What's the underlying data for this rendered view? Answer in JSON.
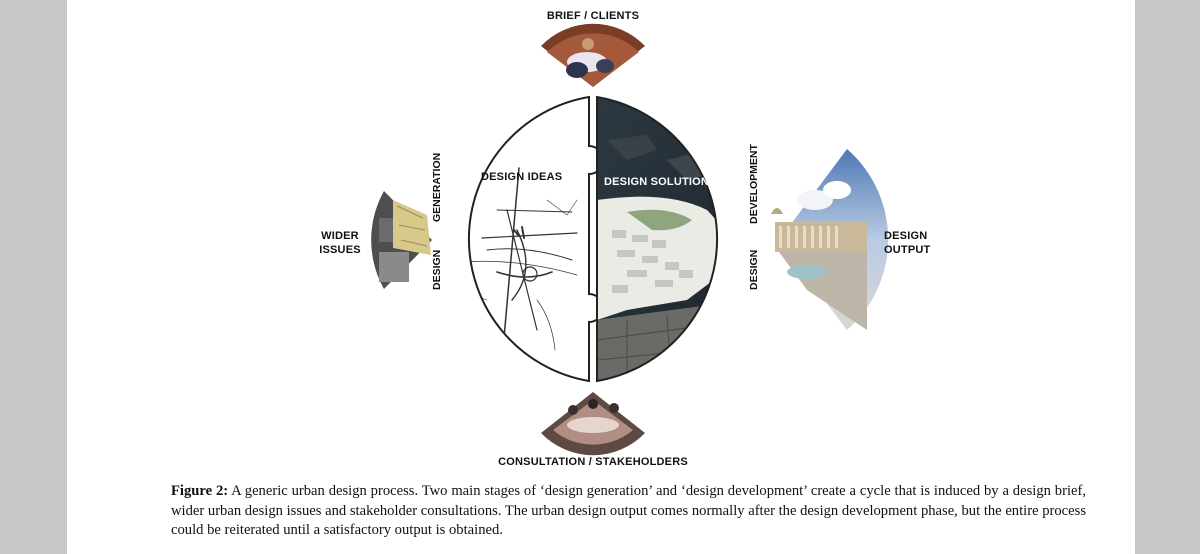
{
  "labels": {
    "brief_clients": "BRIEF / CLIENTS",
    "consultation": "CONSULTATION / STAKEHOLDERS",
    "wider_issues_1": "WIDER",
    "wider_issues_2": "ISSUES",
    "design_output_1": "DESIGN",
    "design_output_2": "OUTPUT",
    "design_ideas": "DESIGN IDEAS",
    "design_solutions": "DESIGN SOLUTIONS",
    "generation_design": "DESIGN",
    "generation_generation": "GENERATION",
    "development_design": "DESIGN",
    "development_development": "DEVELOPMENT"
  },
  "caption": {
    "figure_label": "Figure 2:",
    "text": " A generic urban design process. Two main stages of ‘design generation’ and ‘design development’ create a cycle that is induced by a design brief, wider urban design issues and stakeholder consultations. The urban design output comes normally after the design development phase, but the entire process could be reiterated until a satisfactory output is obtained."
  },
  "colors": {
    "page_background": "#ffffff",
    "side_margin": "#c8c8c8",
    "text": "#111111"
  },
  "icons": {
    "brief_photo": "people-meeting-photo",
    "consultation_photo": "workshop-table-photo",
    "wider_photo": "map-and-street-photo",
    "output_photo": "plaza-building-photo",
    "sketch": "design-sketch",
    "aerial": "aerial-city-model"
  }
}
